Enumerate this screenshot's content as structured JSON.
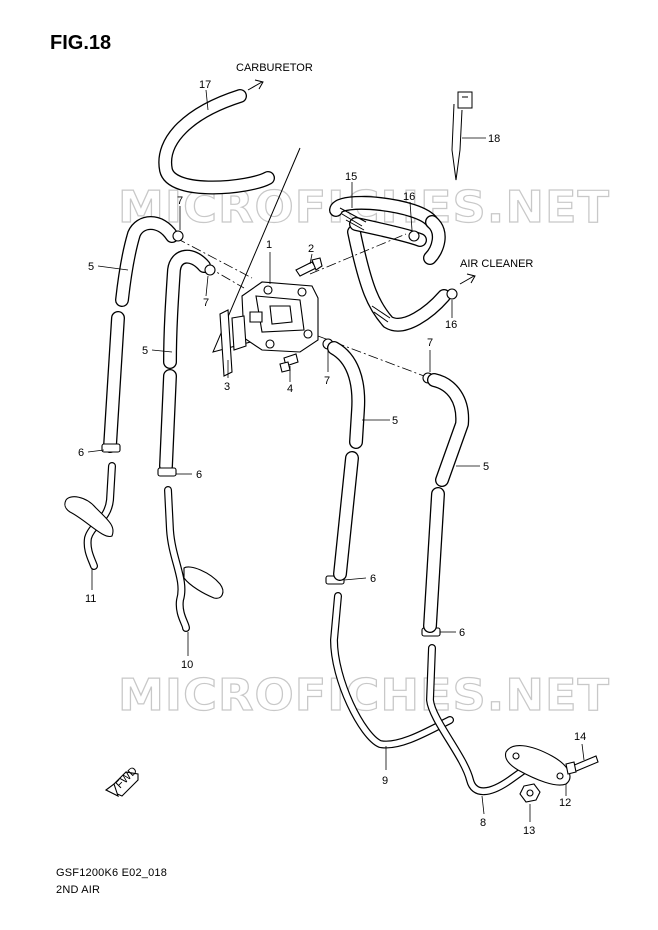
{
  "figure": {
    "title": "FIG.18",
    "model_code": "GSF1200K6 E02_018",
    "section_name": "2ND AIR"
  },
  "destinations": {
    "carburetor": "CARBURETOR",
    "air_cleaner": "AIR CLEANER"
  },
  "watermark": "MICROFICHES.NET",
  "front_marker": "FWD",
  "callouts": [
    {
      "id": "c17",
      "label": "17"
    },
    {
      "id": "c18",
      "label": "18"
    },
    {
      "id": "c15",
      "label": "15"
    },
    {
      "id": "c16a",
      "label": "16"
    },
    {
      "id": "c16b",
      "label": "16"
    },
    {
      "id": "c7a",
      "label": "7"
    },
    {
      "id": "c7b",
      "label": "7"
    },
    {
      "id": "c7c",
      "label": "7"
    },
    {
      "id": "c7d",
      "label": "7"
    },
    {
      "id": "c1",
      "label": "1"
    },
    {
      "id": "c2",
      "label": "2"
    },
    {
      "id": "c3",
      "label": "3"
    },
    {
      "id": "c4",
      "label": "4"
    },
    {
      "id": "c5a",
      "label": "5"
    },
    {
      "id": "c5b",
      "label": "5"
    },
    {
      "id": "c5c",
      "label": "5"
    },
    {
      "id": "c5d",
      "label": "5"
    },
    {
      "id": "c6a",
      "label": "6"
    },
    {
      "id": "c6b",
      "label": "6"
    },
    {
      "id": "c6c",
      "label": "6"
    },
    {
      "id": "c6d",
      "label": "6"
    },
    {
      "id": "c11",
      "label": "11"
    },
    {
      "id": "c10",
      "label": "10"
    },
    {
      "id": "c9",
      "label": "9"
    },
    {
      "id": "c8",
      "label": "8"
    },
    {
      "id": "c12",
      "label": "12"
    },
    {
      "id": "c13",
      "label": "13"
    },
    {
      "id": "c14",
      "label": "14"
    }
  ]
}
